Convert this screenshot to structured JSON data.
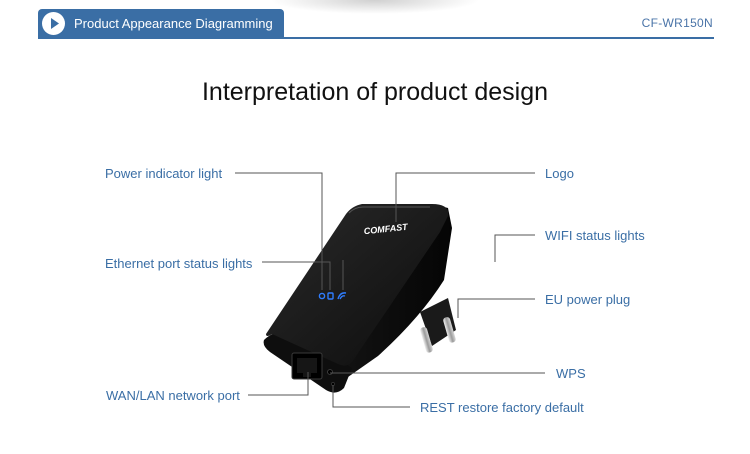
{
  "header": {
    "section_title": "Product Appearance Diagramming",
    "model": "CF-WR150N"
  },
  "heading": "Interpretation of product design",
  "device": {
    "logo_text": "COMFAST"
  },
  "labels": {
    "power_indicator": "Power indicator light",
    "ethernet_status": "Ethernet port status lights",
    "wan_lan_port": "WAN/LAN network port",
    "logo": "Logo",
    "wifi_status": "WIFI status lights",
    "eu_plug": "EU power plug",
    "wps": "WPS",
    "reset": "REST restore factory default"
  },
  "colors": {
    "accent": "#3a6ea5",
    "label_text": "#3a6ea5",
    "leader_line": "#555555",
    "device_body": "#141414",
    "status_led": "#2f7dff"
  }
}
